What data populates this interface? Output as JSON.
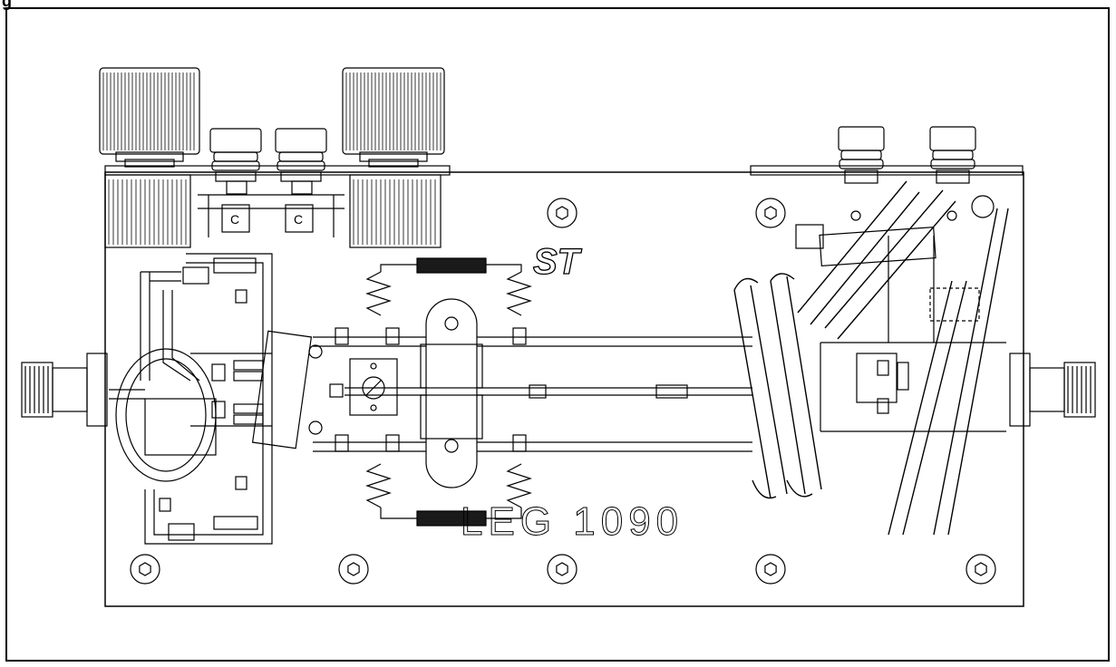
{
  "figure": {
    "label_fragment": "g",
    "board_marking": "LEG 1090",
    "logo_text": "ST",
    "variable_capacitor_marks": [
      "C",
      "C"
    ]
  },
  "colors": {
    "stroke": "#000000",
    "background": "#ffffff",
    "ferrite": "#1a1a1a"
  },
  "icons": {
    "mounting_screw": "hex-socket-screw-icon",
    "connector": "rf-connector-icon",
    "trimmer": "trimmer-capacitor-icon",
    "logo": "st-logo-icon"
  }
}
